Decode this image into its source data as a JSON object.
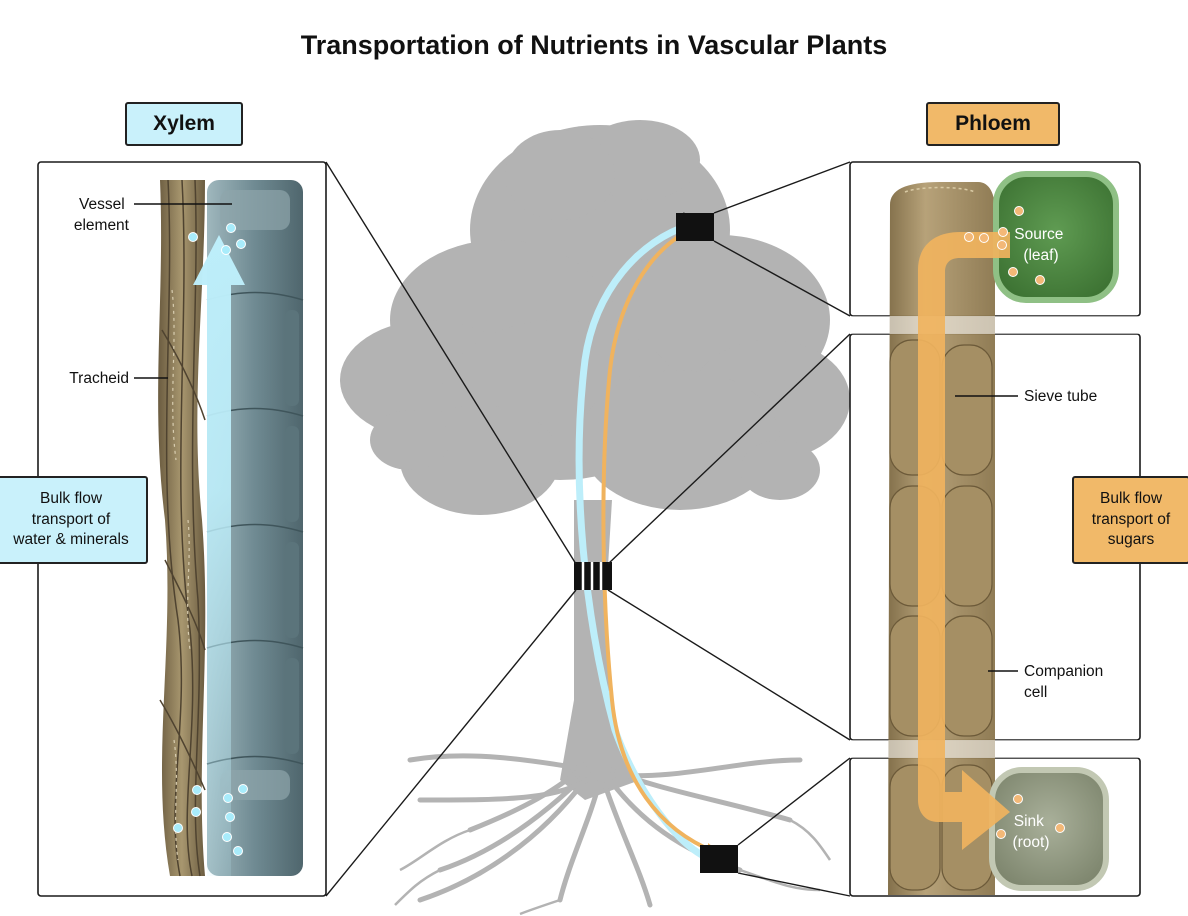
{
  "title": "Transportation of Nutrients in Vascular Plants",
  "xylem": {
    "tag": "Xylem",
    "vessel_label": [
      "Vessel",
      "element"
    ],
    "tracheid_label": "Tracheid",
    "bulk_flow": "Bulk flow\ntransport of\nwater & minerals"
  },
  "phloem": {
    "tag": "Phloem",
    "source_label": [
      "Source",
      "(leaf)"
    ],
    "sieve_label": "Sieve tube",
    "companion_label": [
      "Companion",
      "cell"
    ],
    "sink_label": [
      "Sink",
      "(root)"
    ],
    "bulk_flow": "Bulk flow\ntransport of\nsugars"
  },
  "colors": {
    "xylem_flow": "#bdeefa",
    "phloem_flow": "#f0b35e",
    "tree": "#b3b3b3",
    "tracheid": "#8b7a5a",
    "vessel": "#6f8a92",
    "sieve": "#a08a62",
    "source_cell": "#5a9a4e",
    "sink_cell": "#a6ad96"
  }
}
